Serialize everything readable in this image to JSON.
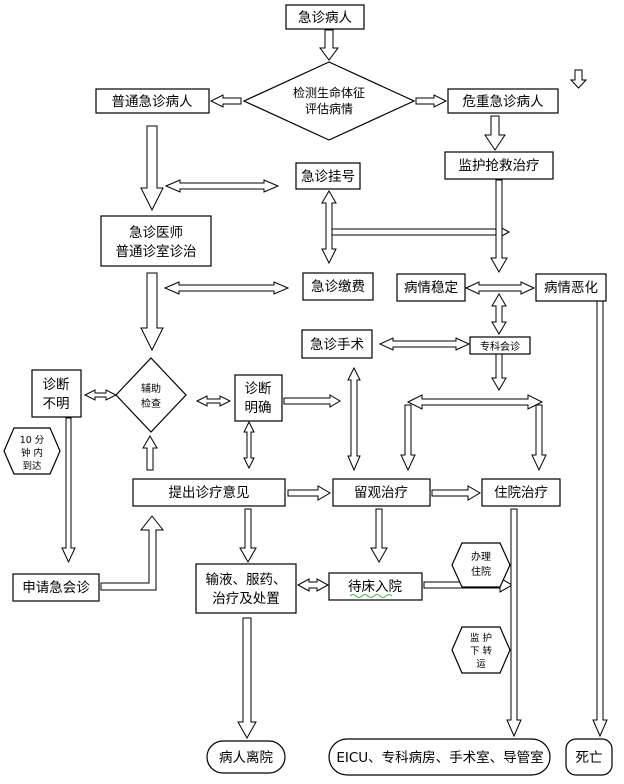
{
  "flowchart": {
    "nodes": {
      "emergency_patient": "急诊病人",
      "vital_signs": [
        "检测生命体征",
        "评估病情"
      ],
      "normal_patient": "普通急诊病人",
      "critical_patient": "危重急诊病人",
      "registration": "急诊挂号",
      "monitor_rescue": "监护抢救治疗",
      "doctor": [
        "急诊医师",
        "普通诊室诊治"
      ],
      "payment": "急诊缴费",
      "stable": "病情稳定",
      "worsen": "病情恶化",
      "surgery": "急诊手术",
      "consult": "专科会诊",
      "unclear": [
        "诊断",
        "不明"
      ],
      "aux_check": [
        "辅助",
        "检查"
      ],
      "clear": [
        "诊断",
        "明确"
      ],
      "ten_min": [
        "10 分",
        "钟 内",
        "到达"
      ],
      "treatment_opinion": "提出诊疗意见",
      "observation": "留观治疗",
      "hospitalization": "住院治疗",
      "request_consult": "申请急会诊",
      "infusion": [
        "输液、服药、",
        "治疗及处置"
      ],
      "bed_wait": "待床入院",
      "admission": [
        "办理",
        "住院"
      ],
      "escort": [
        "监 护",
        "下 转",
        "运"
      ],
      "leave": "病人离院",
      "destinations": "EICU、专科病房、手术室、导管室",
      "death": "死亡"
    }
  }
}
